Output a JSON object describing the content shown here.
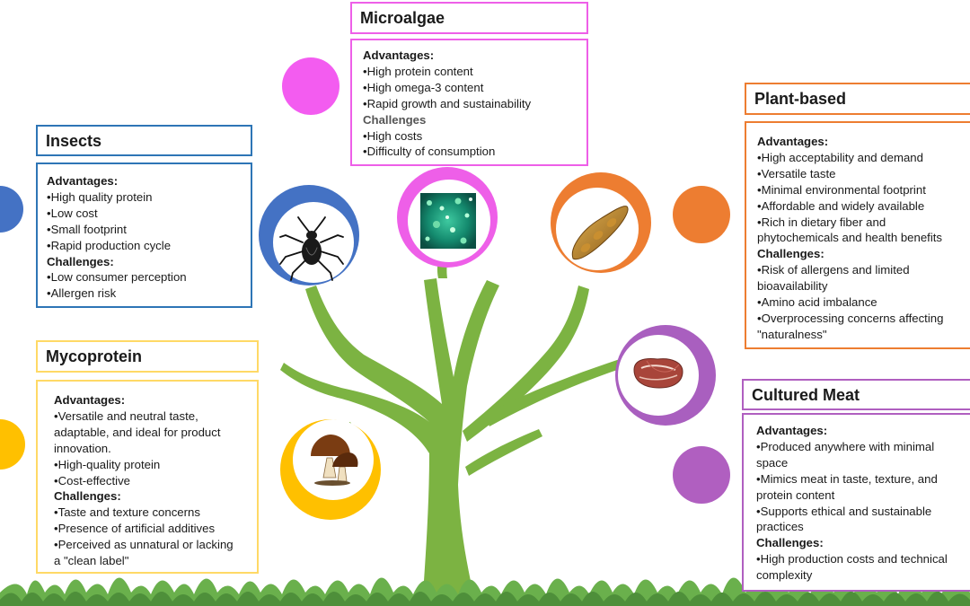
{
  "colors": {
    "insects": "#2e75b6",
    "microalgae": "#ee5fe8",
    "plant_based": "#ed7d31",
    "mycoprotein": "#ffc000",
    "cultured_meat": "#a95fbf",
    "trunk": "#7cb342",
    "grass": "#6ab04c"
  },
  "panels": {
    "microalgae": {
      "title": "Microalgae",
      "advantages_label": "Advantages:",
      "advantages": [
        "•High protein content",
        "•High omega-3 content",
        "•Rapid growth and sustainability"
      ],
      "challenges_label": "Challenges",
      "challenges": [
        "•High costs",
        "•Difficulty of consumption"
      ]
    },
    "insects": {
      "title": "Insects",
      "advantages_label": "Advantages:",
      "advantages": [
        "•High quality protein",
        "•Low cost",
        "•Small footprint",
        "•Rapid production cycle"
      ],
      "challenges_label": "Challenges:",
      "challenges": [
        "•Low consumer perception",
        "•Allergen risk"
      ]
    },
    "plant_based": {
      "title": "Plant-based",
      "advantages_label": "Advantages:",
      "advantages": [
        "•High acceptability and demand",
        "•Versatile taste",
        "•Minimal environmental footprint",
        "•Affordable and widely available",
        "•Rich in dietary fiber and",
        "phytochemicals and health benefits"
      ],
      "challenges_label": "Challenges:",
      "challenges": [
        "•Risk of allergens and limited",
        "bioavailability",
        "•Amino acid imbalance",
        "•Overprocessing concerns affecting",
        "\"naturalness\""
      ]
    },
    "mycoprotein": {
      "title": "Mycoprotein",
      "advantages_label": "Advantages:",
      "advantages": [
        "•Versatile and neutral taste,",
        "adaptable, and ideal for product",
        "innovation.",
        "•High-quality protein",
        "•Cost-effective"
      ],
      "challenges_label": "Challenges:",
      "challenges": [
        "•Taste and texture concerns",
        "•Presence of artificial additives",
        "•Perceived as unnatural or lacking",
        "a \"clean label\""
      ]
    },
    "cultured_meat": {
      "title": "Cultured Meat",
      "advantages_label": "Advantages:",
      "advantages": [
        "•Produced anywhere with minimal",
        "space",
        "•Mimics meat in taste, texture, and",
        "protein content",
        "•Supports ethical and sustainable",
        "practices"
      ],
      "challenges_label": "Challenges:",
      "challenges": [
        "•High production costs and technical",
        "complexity"
      ]
    }
  },
  "icons": {
    "insects": "beetle-icon",
    "microalgae": "microalgae-icon",
    "plant_based": "bean-pod-icon",
    "mycoprotein": "mushroom-icon",
    "cultured_meat": "steak-icon"
  }
}
